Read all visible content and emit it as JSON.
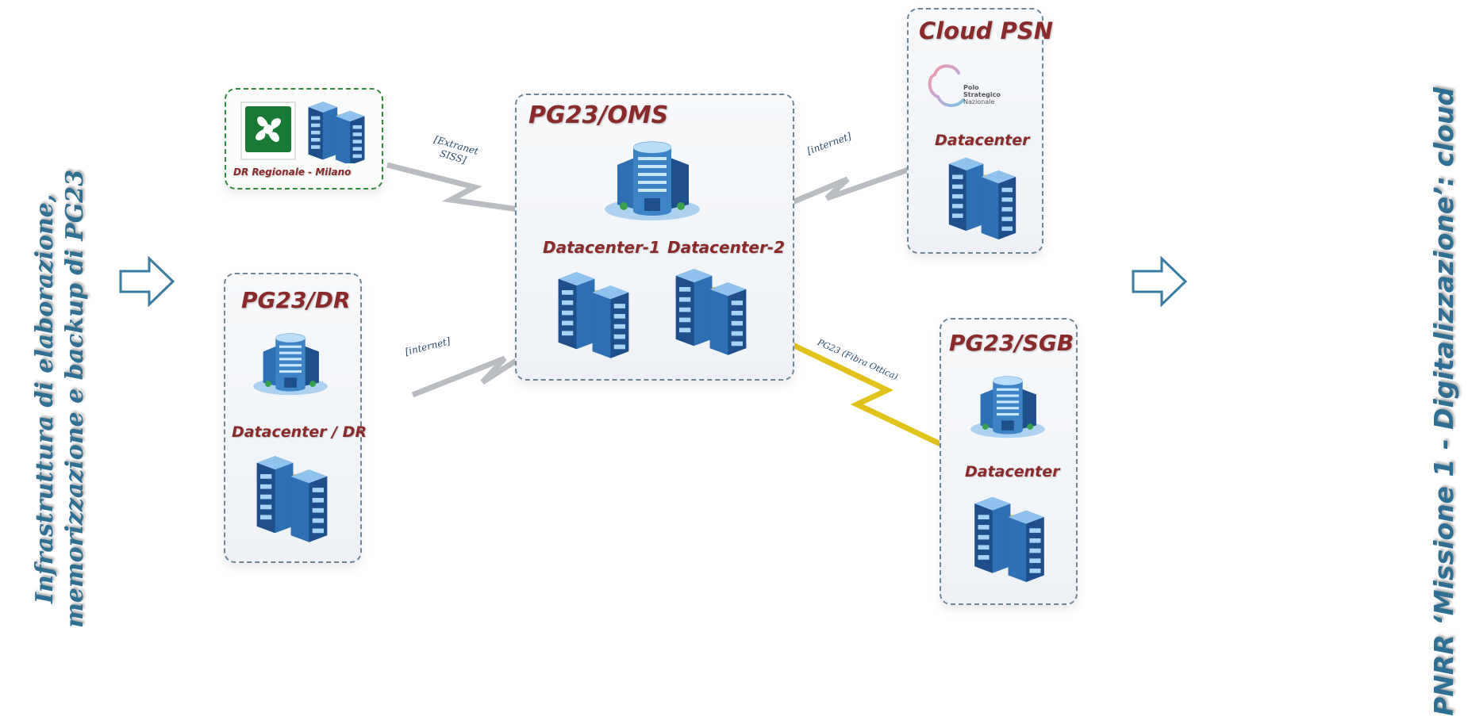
{
  "side_titles": {
    "left_line1": "Infrastruttura di elaborazione,",
    "left_line2": "memorizzazione e backup di PG23",
    "right": "PNRR ‘Missione 1 - Digitalizzazione’: cloud"
  },
  "nodes": {
    "dr_regionale": {
      "label": "DR Regionale - Milano"
    },
    "oms": {
      "title": "PG23/OMS",
      "dc1": "Datacenter-1",
      "dc2": "Datacenter-2"
    },
    "dr": {
      "title": "PG23/DR",
      "dc": "Datacenter / DR"
    },
    "psn": {
      "title": "Cloud PSN",
      "logo_line1": "Polo",
      "logo_line2": "Strategico",
      "logo_line3": "Nazionale",
      "dc": "Datacenter"
    },
    "sgb": {
      "title": "PG23/SGB",
      "dc": "Datacenter"
    }
  },
  "connections": {
    "extranet_line1": "[Extranet",
    "extranet_line2": "SISS]",
    "internet_psn": "[internet]",
    "internet_dr": "[internet]",
    "fibra": "PG23 (Fibra Ottica)"
  },
  "colors": {
    "accent": "#2e6f93",
    "label": "#8a2a2a",
    "fiber": "#e1c21a",
    "link": "#b9bcc0",
    "regional": "#1f8a3a"
  }
}
